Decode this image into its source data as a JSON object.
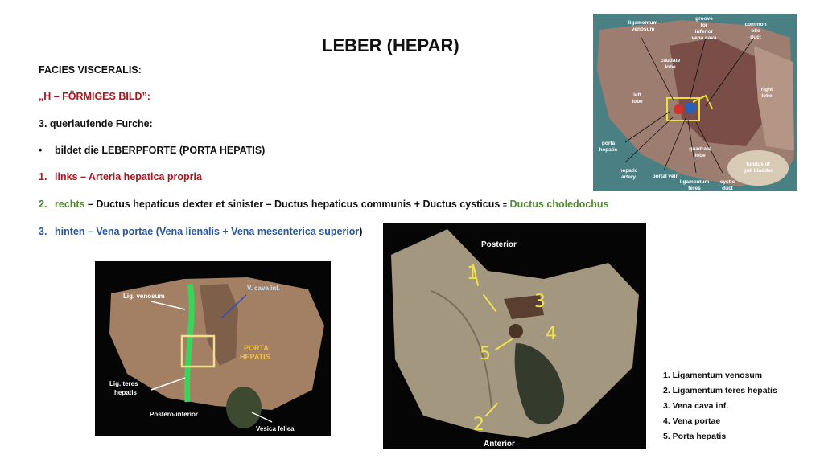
{
  "slide": {
    "title": "LEBER (HEPAR)",
    "facies": "FACIES VISCERALIS:",
    "h_bild": "„H – FÖRMIGES BILD”:",
    "furche": "3. querlaufende Furche:",
    "bullet_marker": "•",
    "bullet_text": "bildet die LEBERPFORTE (PORTA HEPATIS)",
    "item1_num": "1.",
    "item1_text": "links – Arteria hepatica propria",
    "item2_num": "2.",
    "item2_a": "rechts",
    "item2_b": " – Ductus hepaticus dexter et sinister – Ductus hepaticus communis + Ductus cysticus ",
    "item2_eq": "=",
    "item2_c": " Ductus choledochus",
    "item3_num": "3.",
    "item3_a": "hinten – Vena portae (",
    "item3_b": "Vena lienalis + Vena mesenterica superior",
    "item3_c": ")"
  },
  "top_photo": {
    "labels": {
      "lig_venosum_1": "ligamentum",
      "lig_venosum_2": "venosum",
      "groove_1": "groove",
      "groove_2": "for",
      "groove_3": "inferior",
      "groove_4": "vena cava",
      "cbd_1": "common",
      "cbd_2": "bile",
      "cbd_3": "duct",
      "caudate_1": "caudate",
      "caudate_2": "lobe",
      "right_1": "right",
      "right_2": "lobe",
      "left_1": "left",
      "left_2": "lobe",
      "porta_1": "porta",
      "porta_2": "hepatis",
      "quadrate_1": "quadrate",
      "quadrate_2": "lobe",
      "fundus_1": "fundus of",
      "fundus_2": "gall bladder",
      "hepatic_1": "hepatic",
      "hepatic_2": "artery",
      "portal_vein": "portal vein",
      "teres_1": "ligamentum",
      "teres_2": "teres",
      "cystic_1": "cystic",
      "cystic_2": "duct"
    }
  },
  "left_photo": {
    "labels": {
      "lig_venosum": "Lig. venosum",
      "v_cava": "V. cava inf.",
      "porta_1": "PORTA",
      "porta_2": "HEPATIS",
      "teres_1": "Lig. teres",
      "teres_2": "hepatis",
      "postero": "Postero-inferior",
      "vesica": "Vesica fellea"
    }
  },
  "middle_photo": {
    "labels": {
      "posterior": "Posterior",
      "anterior": "Anterior",
      "n1": "1",
      "n2": "2",
      "n3": "3",
      "n4": "4",
      "n5": "5"
    }
  },
  "legend": [
    "1. Ligamentum venosum",
    "2. Ligamentum teres hepatis",
    "3. Vena cava inf.",
    "4. Vena portae",
    "5. Porta hepatis"
  ],
  "colors": {
    "red_text": "#b3131b",
    "green_text": "#4f8a2b",
    "blue_text": "#2457a4",
    "liver": "#9a7b6a",
    "liver_dark": "#6e5a4a",
    "gallbladder": "#3d4a2e"
  }
}
